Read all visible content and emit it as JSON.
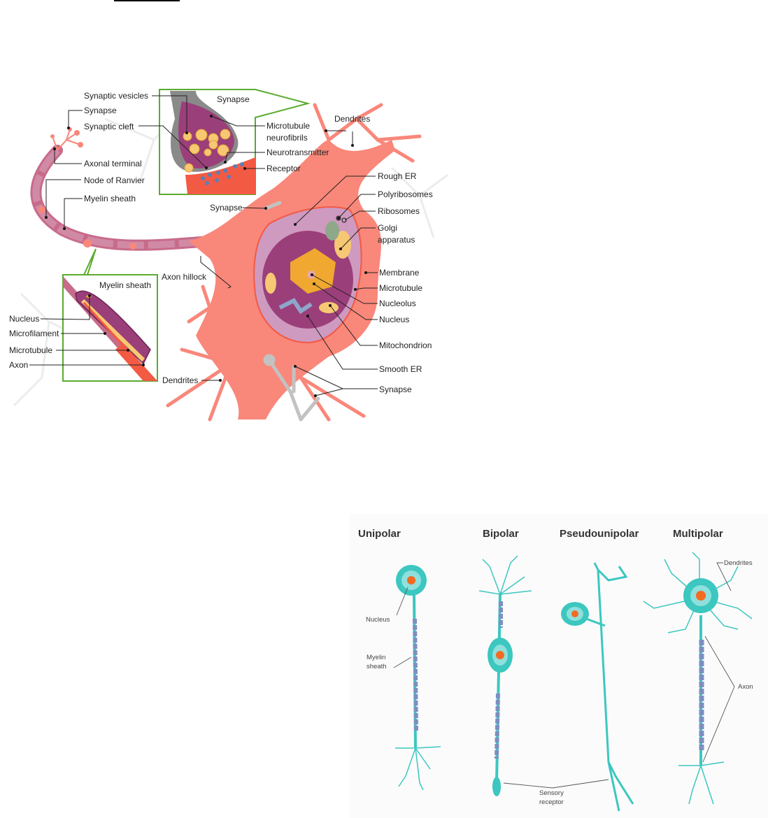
{
  "neuron_anatomy": {
    "callouts": {
      "synapse_box_title": "Synapse",
      "myelin_box_title": "Myelin sheath"
    },
    "labels": {
      "synaptic_vesicles": "Synaptic vesicles",
      "synapse_top": "Synapse",
      "synaptic_cleft": "Synaptic cleft",
      "axonal_terminal": "Axonal terminal",
      "node_of_ranvier": "Node of Ranvier",
      "myelin_sheath": "Myelin sheath",
      "microtubule_neurofibrils_1": "Microtubule",
      "microtubule_neurofibrils_2": "neurofibrils",
      "neurotransmitter": "Neurotransmitter",
      "receptor": "Receptor",
      "dendrites_top": "Dendrites",
      "synapse_mid": "Synapse",
      "rough_er": "Rough ER",
      "polyribosomes": "Polyribosomes",
      "ribosomes": "Ribosomes",
      "golgi_1": "Golgi",
      "golgi_2": "apparatus",
      "axon_hillock": "Axon hillock",
      "membrane": "Membrane",
      "microtubule_right": "Microtubule",
      "nucleolus": "Nucleolus",
      "nucleus_right": "Nucleus",
      "mitochondrion": "Mitochondrion",
      "smooth_er": "Smooth ER",
      "synapse_bottom": "Synapse",
      "dendrites_bottom": "Dendrites",
      "nucleus_left": "Nucleus",
      "microfilament": "Microfilament",
      "microtubule_left": "Microtubule",
      "axon": "Axon"
    },
    "colors": {
      "soma": "#f9877a",
      "axon_myelin": "#c86b8a",
      "nucleus_purple": "#9b3f7a",
      "callout_border": "#5aab2e",
      "vesicle": "#f7c873",
      "receptor": "#5d7eb5",
      "postsynaptic": "#f25a43"
    }
  },
  "neuron_types": {
    "titles": [
      "Unipolar",
      "Bipolar",
      "Pseudounipolar",
      "Multipolar"
    ],
    "labels": {
      "nucleus": "Nucleus",
      "myelin_1": "Myelin",
      "myelin_2": "sheath",
      "sensory_1": "Sensory",
      "sensory_2": "receptor",
      "dendrites": "Dendrites",
      "axon": "Axon"
    },
    "colors": {
      "cell": "#3cc7c0",
      "nucleus": "#f26b21",
      "myelin": "#7d8fc2"
    }
  }
}
